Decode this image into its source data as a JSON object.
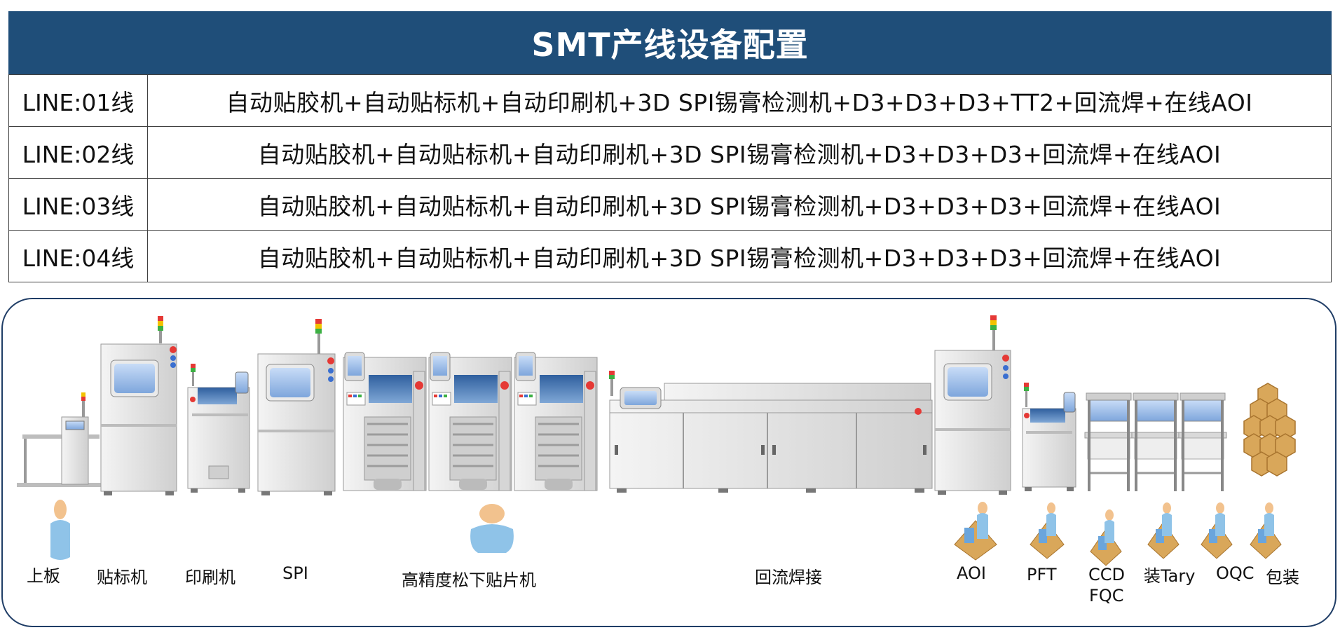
{
  "title": "SMT产线设备配置",
  "lines": [
    {
      "name": "LINE:01线",
      "equipment": "自动贴胶机+自动贴标机+自动印刷机+3D SPI锡膏检测机+D3+D3+D3+TT2+回流焊+在线AOI"
    },
    {
      "name": "LINE:02线",
      "equipment": "自动贴胶机+自动贴标机+自动印刷机+3D SPI锡膏检测机+D3+D3+D3+回流焊+在线AOI"
    },
    {
      "name": "LINE:03线",
      "equipment": "自动贴胶机+自动贴标机+自动印刷机+3D SPI锡膏检测机+D3+D3+D3+回流焊+在线AOI"
    },
    {
      "name": "LINE:04线",
      "equipment": "自动贴胶机+自动贴标机+自动印刷机+3D SPI锡膏检测机+D3+D3+D3+回流焊+在线AOI"
    }
  ],
  "stations": {
    "loading": "上板",
    "labeler": "贴标机",
    "printer": "印刷机",
    "spi": "SPI",
    "placement": "高精度松下贴片机",
    "reflow": "回流焊接",
    "aoi": "AOI",
    "pft": "PFT",
    "ccd_fqc_line1": "CCD",
    "ccd_fqc_line2": "FQC",
    "tray": "装Tary",
    "oqc": "OQC",
    "packing": "包装"
  },
  "colors": {
    "title_bg": "#1f4e79",
    "border": "#404040",
    "panel_border": "#1f3d66",
    "machine_body": "#e4e4e4",
    "screen": "#9ec0ee",
    "worker_skin": "#f2c28e",
    "worker_body": "#8fc3e8",
    "box": "#d9a75a"
  }
}
